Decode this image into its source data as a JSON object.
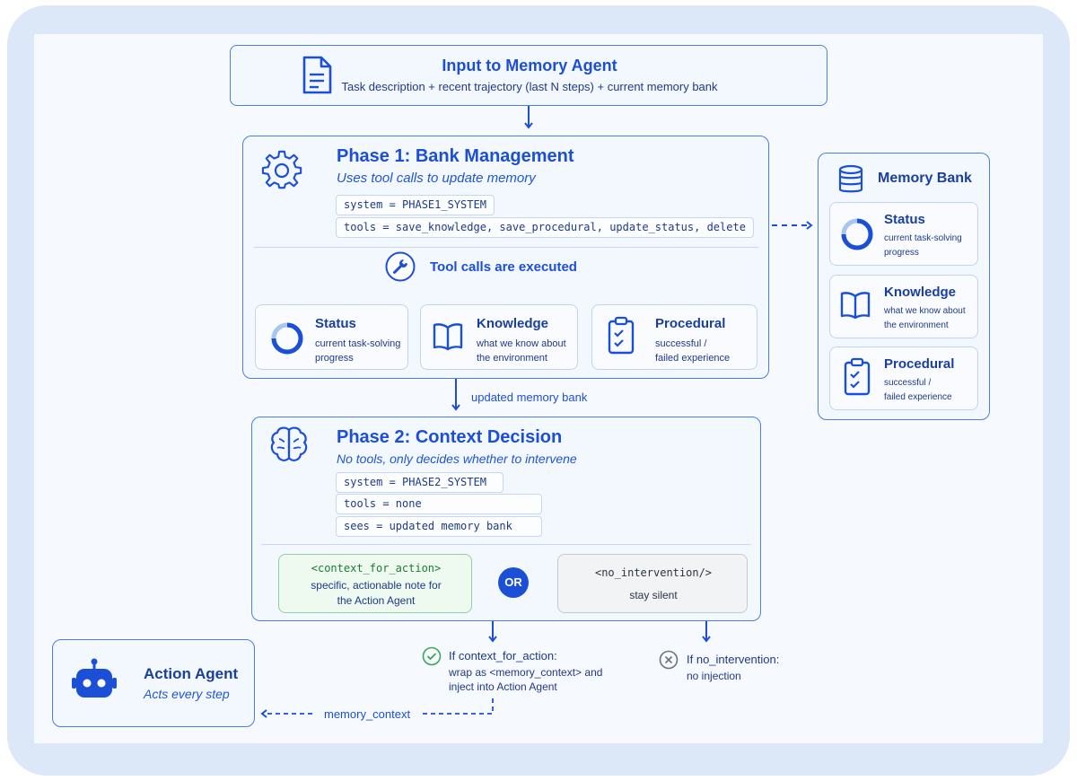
{
  "input": {
    "title": "Input to Memory Agent",
    "subtitle": "Task description + recent trajectory (last N steps) + current memory bank"
  },
  "phase1": {
    "title": "Phase 1: Bank Management",
    "subtitle": "Uses tool calls to update memory",
    "system_code": "system = PHASE1_SYSTEM",
    "tools_code": "tools = save_knowledge, save_procedural, update_status, delete",
    "executed_label": "Tool calls are executed",
    "cards": [
      {
        "title": "Status",
        "line1": "current task-solving",
        "line2": "progress",
        "icon": "progress-ring-icon"
      },
      {
        "title": "Knowledge",
        "line1": "what we know about",
        "line2": "the environment",
        "icon": "book-icon"
      },
      {
        "title": "Procedural",
        "line1": "successful /",
        "line2": "failed experience",
        "icon": "clipboard-check-icon"
      }
    ]
  },
  "updated_label": "updated memory bank",
  "memory_bank": {
    "title": "Memory Bank",
    "cards": [
      {
        "title": "Status",
        "line1": "current task-solving",
        "line2": "progress"
      },
      {
        "title": "Knowledge",
        "line1": "what we know about",
        "line2": "the environment"
      },
      {
        "title": "Procedural",
        "line1": "successful /",
        "line2": "failed experience"
      }
    ]
  },
  "phase2": {
    "title": "Phase 2: Context Decision",
    "subtitle": "No tools, only decides whether to intervene",
    "system_code": "system = PHASE2_SYSTEM",
    "tools_code": "tools = none",
    "sees_code": "sees = updated memory bank",
    "option_a": {
      "tag": "<context_for_action>",
      "line1": "specific, actionable note for",
      "line2": "the Action Agent"
    },
    "or_label": "OR",
    "option_b": {
      "tag": "<no_intervention/>",
      "line1": "stay silent"
    }
  },
  "outcome_a": {
    "line1": "If context_for_action:",
    "line2": "wrap as <memory_context> and",
    "line3": "inject into Action Agent"
  },
  "outcome_b": {
    "line1": "If no_intervention:",
    "line2": "no injection"
  },
  "action_agent": {
    "title": "Action Agent",
    "subtitle": "Acts every step"
  },
  "memory_context_label": "memory_context",
  "colors": {
    "accent": "#1c4fd8",
    "border": "#4b7fe0",
    "green_bg": "#eefaf0",
    "green_border": "#8fd19c",
    "frame": "#dce8f8"
  }
}
